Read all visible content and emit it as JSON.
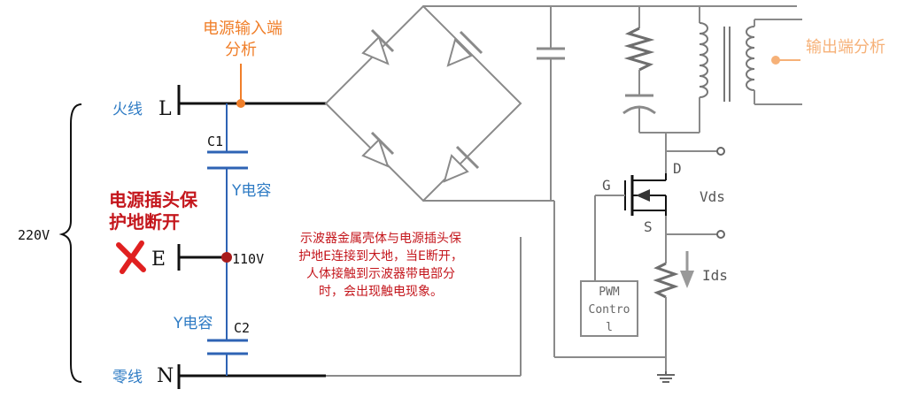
{
  "labels": {
    "input_analysis_line1": "电源输入端",
    "input_analysis_line2": "分析",
    "output_analysis": "输出端分析",
    "live_wire": "火线",
    "live_letter": "L",
    "neutral_wire": "零线",
    "neutral_letter": "N",
    "earth_letter": "E",
    "voltage_220": "220V",
    "c1": "C1",
    "c2": "C2",
    "y_cap_top": "Y电容",
    "y_cap_bottom": "Y电容",
    "mid_voltage": "110V",
    "plug_note_line1": "电源插头保",
    "plug_note_line2": "护地断开",
    "scope_note_line1": "示波器金属壳体与电源插头保",
    "scope_note_line2": "护地E连接到大地，当E断开，",
    "scope_note_line3": "人体接触到示波器带电部分",
    "scope_note_line4": "时，会出现触电现象。",
    "gate": "G",
    "drain": "D",
    "source": "S",
    "vds": "Vds",
    "ids": "Ids",
    "pwm_line1": "PWM",
    "pwm_line2": "Contro",
    "pwm_line3": "l"
  },
  "colors": {
    "blue_text": "#2e7bc4",
    "blue_wire": "#2e63b4",
    "orange": "#f07f2a",
    "red": "#c4161c",
    "gray_wire": "#8a8a8a",
    "black_wire": "#111111"
  },
  "icons": {
    "disconnect_mark": "red-cross-icon",
    "brace": "left-brace-icon",
    "ground": "ground-symbol-icon"
  }
}
